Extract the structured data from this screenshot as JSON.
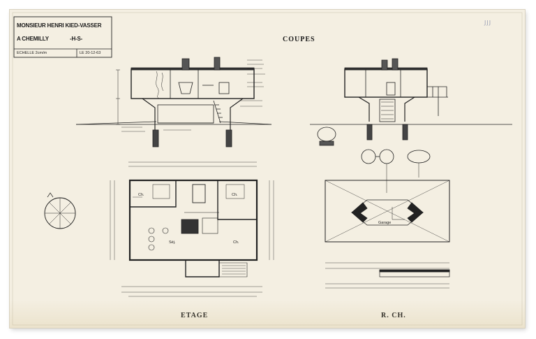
{
  "title_block": {
    "client": "MONSIEUR HENRI KIED-VASSER",
    "location": "A CHEMILLY",
    "dept": "-H-S-",
    "scale": "ECHELLE 2cm/m",
    "date": "LE 20-12-63"
  },
  "headings": {
    "sections": "COUPES",
    "upper_floor": "ETAGE",
    "ground_floor": "R. CH."
  },
  "stamp": "JJJ",
  "plan_labels": {
    "room_1": "Ch.",
    "room_2": "Ch.",
    "living": "Séj.",
    "room_3": "Ch.",
    "garage": "Garage"
  }
}
